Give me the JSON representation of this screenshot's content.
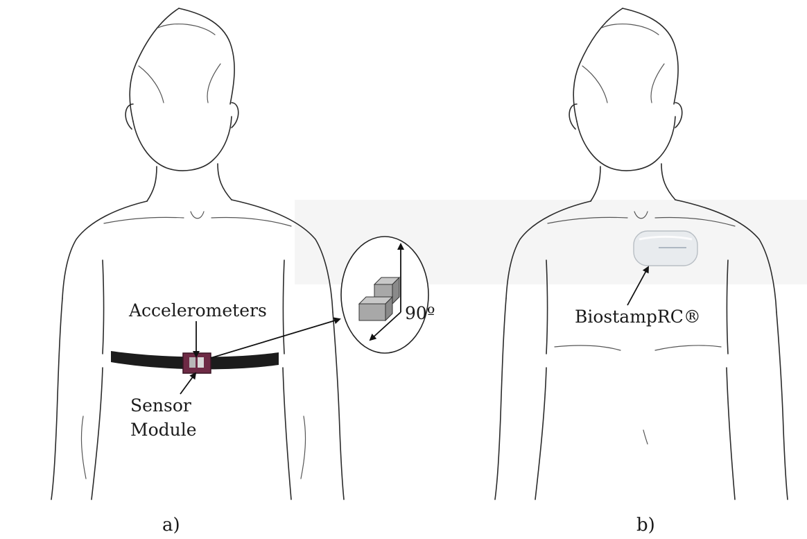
{
  "panels": [
    {
      "label": "a)",
      "annotations": {
        "accelerometers": "Accelerometers",
        "sensor_line1": "Sensor",
        "sensor_line2": "Module",
        "angle": "90º"
      },
      "strap_color": "#1c1c1c",
      "module_color": "#6e2a45"
    },
    {
      "label": "b)",
      "annotations": {
        "device_name": "BiostampRC®"
      },
      "device_color": "#e8ebee"
    }
  ]
}
